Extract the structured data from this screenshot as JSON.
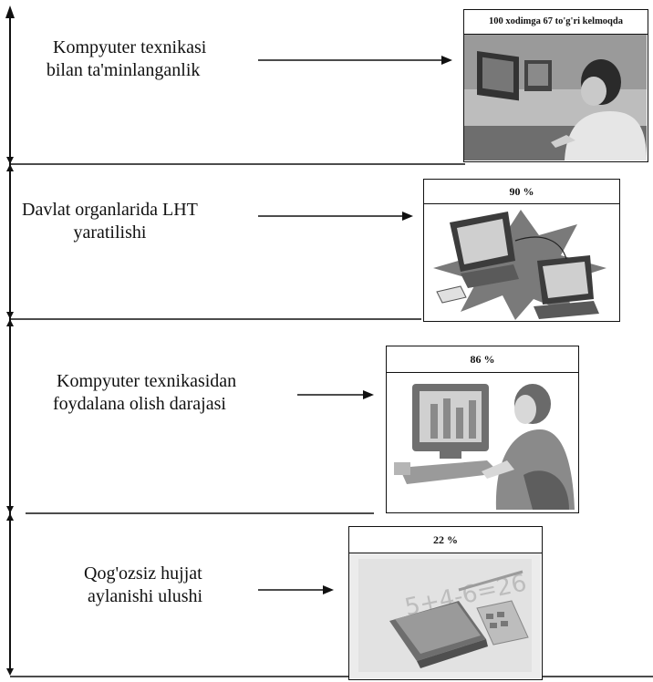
{
  "rows": [
    {
      "label_lines": [
        "Kompyuter texnikasi",
        "bilan ta'minlanganlik"
      ],
      "caption": "100 xodimga 67 to'g'ri kelmoqda",
      "icon": "photo-person-at-computers"
    },
    {
      "label_lines": [
        "Davlat organlarida LHT",
        "yaratilishi"
      ],
      "caption": "90 %",
      "icon": "networked-computers-clipart"
    },
    {
      "label_lines": [
        "Kompyuter texnikasidan",
        "foydalana olish darajasi"
      ],
      "caption": "86 %",
      "icon": "woman-at-computer-clipart"
    },
    {
      "label_lines": [
        "Qog'ozsiz hujjat",
        "aylanishi ulushi"
      ],
      "caption": "22 %",
      "icon": "calculator-and-book-clipart"
    }
  ]
}
